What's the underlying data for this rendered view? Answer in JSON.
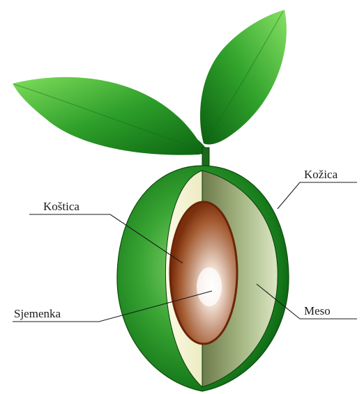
{
  "labels": {
    "kozica": "Kožica",
    "kostica": "Koštica",
    "sjemenka": "Sjemenka",
    "meso": "Meso"
  },
  "colors": {
    "skin_green": "#2f9a2a",
    "flesh_green": "#b5c79a",
    "flesh_dark": "#6f7a4a",
    "flesh_pale": "#f3f2cf",
    "pit_brown": "#8a3a12",
    "seed_center": "#ffffff",
    "leaf_light": "#78d65a",
    "leaf_dark": "#0c6a12"
  }
}
